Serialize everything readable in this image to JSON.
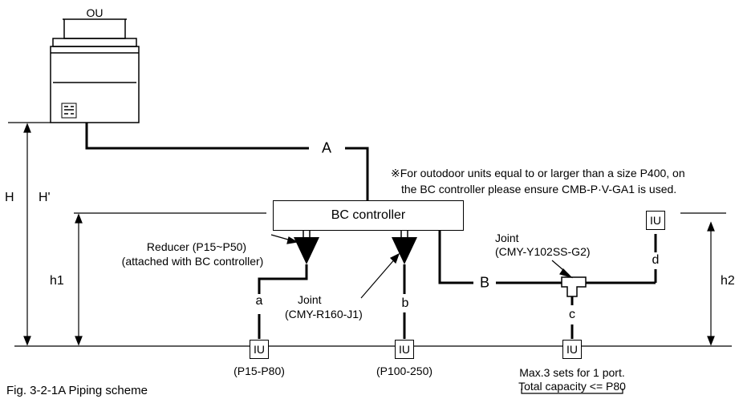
{
  "outdoor_unit": {
    "label": "OU"
  },
  "bc_controller": {
    "label": "BC controller"
  },
  "note": {
    "line1": "※For outodoor units equal to or larger than a size P400, on",
    "line2": "the BC controller please ensure CMB-P·V-GA1 is used."
  },
  "pipes": {
    "A": "A",
    "B": "B",
    "a": "a",
    "b": "b",
    "c": "c",
    "d": "d"
  },
  "heights": {
    "H": "H",
    "H_prime": "H'",
    "h1": "h1",
    "h2": "h2"
  },
  "reducer": {
    "line1": "Reducer (P15~P50)",
    "line2": "(attached with BC controller)"
  },
  "joint_left": {
    "line1": "Joint",
    "line2": "(CMY-R160-J1)"
  },
  "joint_right": {
    "line1": "Joint",
    "line2": "(CMY-Y102SS-G2)"
  },
  "indoor_units": {
    "label": "IU",
    "range1": "(P15-P80)",
    "range2": "(P100-250)",
    "note_line1": "Max.3 sets for 1 port.",
    "note_line2": "Total capacity <= P80"
  },
  "caption": "Fig. 3-2-1A Piping scheme"
}
